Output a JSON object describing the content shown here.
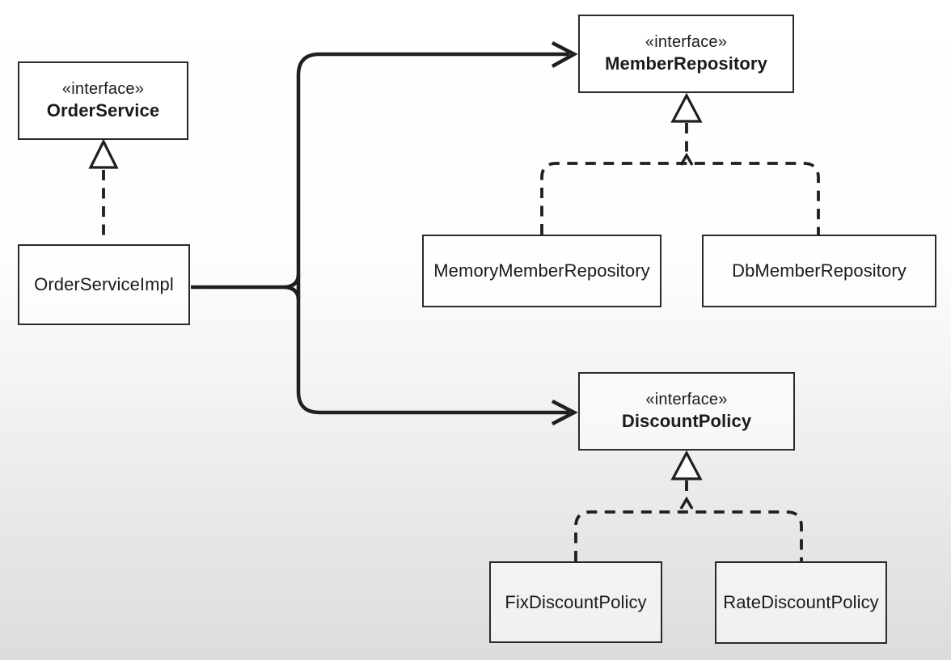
{
  "nodes": {
    "orderService": {
      "stereotype": "«interface»",
      "name": "OrderService"
    },
    "orderServiceImpl": {
      "name": "OrderServiceImpl"
    },
    "memberRepository": {
      "stereotype": "«interface»",
      "name": "MemberRepository"
    },
    "memoryMemberRepository": {
      "name": "MemoryMemberRepository"
    },
    "dbMemberRepository": {
      "name": "DbMemberRepository"
    },
    "discountPolicy": {
      "stereotype": "«interface»",
      "name": "DiscountPolicy"
    },
    "fixDiscountPolicy": {
      "name": "FixDiscountPolicy"
    },
    "rateDiscountPolicy": {
      "name": "RateDiscountPolicy"
    }
  },
  "relationships": [
    {
      "from": "OrderServiceImpl",
      "to": "OrderService",
      "type": "realization"
    },
    {
      "from": "OrderServiceImpl",
      "to": "MemberRepository",
      "type": "dependency"
    },
    {
      "from": "OrderServiceImpl",
      "to": "DiscountPolicy",
      "type": "dependency"
    },
    {
      "from": "MemoryMemberRepository",
      "to": "MemberRepository",
      "type": "realization"
    },
    {
      "from": "DbMemberRepository",
      "to": "MemberRepository",
      "type": "realization"
    },
    {
      "from": "FixDiscountPolicy",
      "to": "DiscountPolicy",
      "type": "realization"
    },
    {
      "from": "RateDiscountPolicy",
      "to": "DiscountPolicy",
      "type": "realization"
    }
  ],
  "colors": {
    "line": "#1f1f1f",
    "text": "#1b1b1b",
    "box_border": "#2a2a2a",
    "bg_top": "#ffffff",
    "bg_bottom": "#dcdcdc"
  }
}
